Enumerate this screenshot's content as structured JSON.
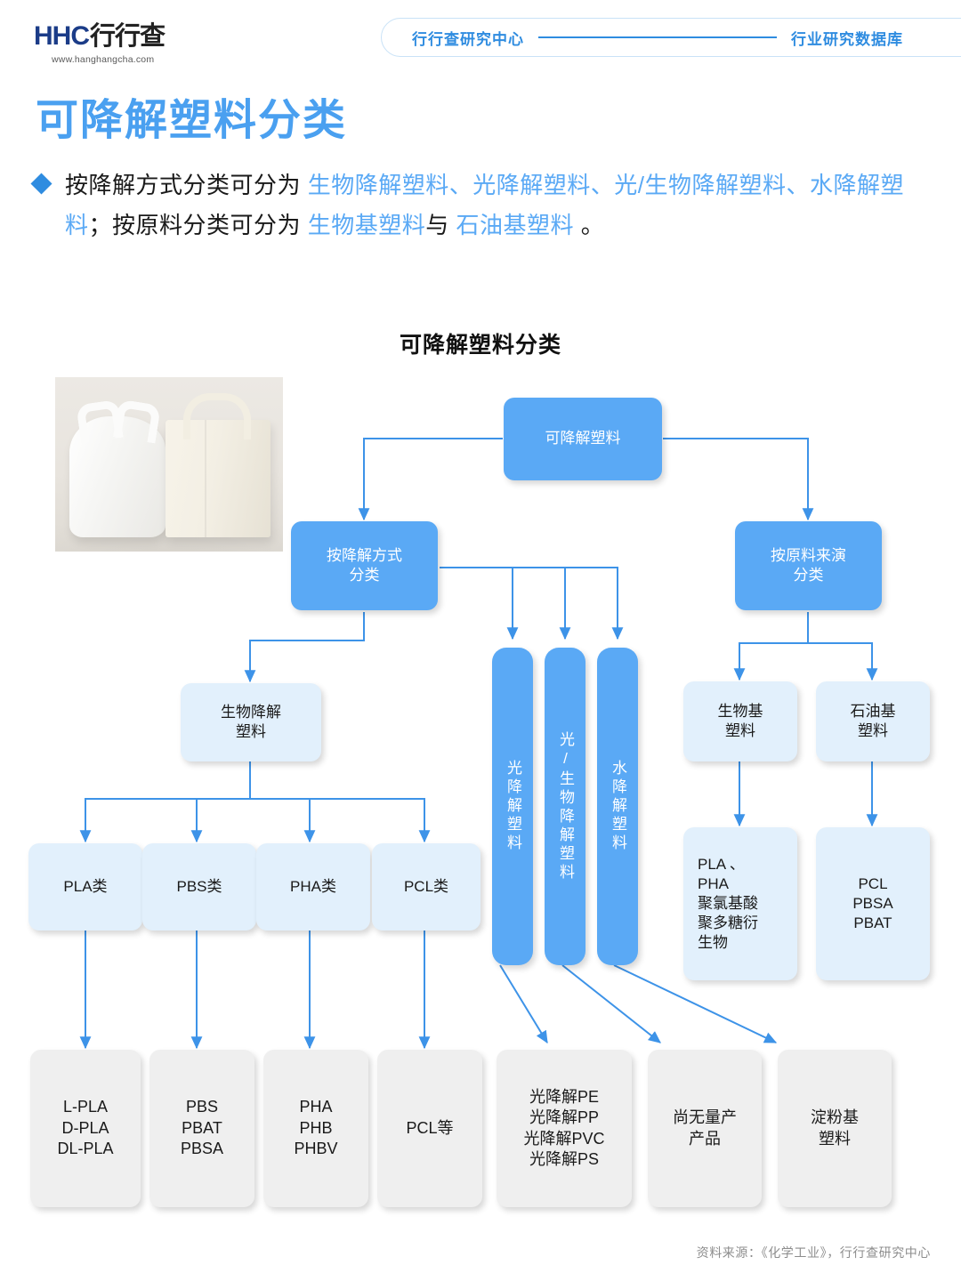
{
  "header": {
    "logo_mark": "HHC",
    "logo_name": "行行查",
    "logo_url": "www.hanghangcha.com",
    "pill_left": "行行查研究中心",
    "pill_right": "行业研究数据库"
  },
  "page_title": "可降解塑料分类",
  "bullet": {
    "marker": "diamond-bullet",
    "segments": [
      {
        "t": "按降解方式分类可分为 ",
        "hl": false
      },
      {
        "t": "生物降解塑料",
        "hl": true
      },
      {
        "t": "、",
        "hl": true
      },
      {
        "t": "光降解塑料",
        "hl": true
      },
      {
        "t": "、",
        "hl": true
      },
      {
        "t": "光/生物降解塑料",
        "hl": true
      },
      {
        "t": "、",
        "hl": true
      },
      {
        "t": "水降解塑料",
        "hl": true
      },
      {
        "t": "；按原料分类可分为 ",
        "hl": false
      },
      {
        "t": "生物基塑料",
        "hl": true
      },
      {
        "t": "与 ",
        "hl": false
      },
      {
        "t": "石油基塑料",
        "hl": true
      },
      {
        "t": " 。",
        "hl": false
      }
    ],
    "full_text": "按降解方式分类可分为 生物降解塑料、光降解塑料、光/生物降解塑料、水降解塑料；按原料分类可分为 生物基塑料与 石油基塑料 。"
  },
  "chart_title": "可降解塑料分类",
  "photo_caption": "plastic-bag-and-canvas-bag-photo",
  "colors": {
    "accent_blue": "#5aa9f5",
    "title_blue": "#4aa0f0",
    "pill_blue": "#2f8ce0",
    "light_blue_box": "#e2f0fc",
    "gray_box": "#efefef",
    "connector": "#3d93e8"
  },
  "chart_data": {
    "type": "diagram",
    "title": "可降解塑料分类",
    "root": "可降解塑料",
    "nodes": {
      "root": {
        "label": "可降解塑料",
        "style": "blue"
      },
      "byMethod": {
        "label": "按降解方式\n分类",
        "style": "blue"
      },
      "bySource": {
        "label": "按原料来演\n分类",
        "style": "blue"
      },
      "bio": {
        "label": "生物降解\n塑料",
        "style": "light"
      },
      "light": {
        "label": "光降解塑料",
        "style": "blue-vertical"
      },
      "lightbio": {
        "label": "光/生物降解塑料",
        "style": "blue-vertical"
      },
      "water": {
        "label": "水降解塑料",
        "style": "blue-vertical"
      },
      "biobase": {
        "label": "生物基\n塑料",
        "style": "light"
      },
      "oilbase": {
        "label": "石油基\n塑料",
        "style": "light"
      },
      "pla": {
        "label": "PLA类",
        "style": "light"
      },
      "pbs": {
        "label": "PBS类",
        "style": "light"
      },
      "pha": {
        "label": "PHA类",
        "style": "light"
      },
      "pcl": {
        "label": "PCL类",
        "style": "light"
      },
      "biobaseList": {
        "label": "PLA    、\nPHA\n聚氯基酸\n聚多糖衍\n生物",
        "style": "light"
      },
      "oilbaseList": {
        "label": "PCL\nPBSA\nPBAT",
        "style": "light"
      },
      "plaLeaf": {
        "label": "L-PLA\nD-PLA\nDL-PLA",
        "style": "gray"
      },
      "pbsLeaf": {
        "label": "PBS\nPBAT\nPBSA",
        "style": "gray"
      },
      "phaLeaf": {
        "label": "PHA\nPHB\nPHBV",
        "style": "gray"
      },
      "pclLeaf": {
        "label": "PCL等",
        "style": "gray"
      },
      "lightLeaf": {
        "label": "光降解PE\n光降解PP\n光降解PVC\n光降解PS",
        "style": "gray"
      },
      "lbLeaf": {
        "label": "尚无量产\n产品",
        "style": "gray"
      },
      "waterLeaf": {
        "label": "淀粉基\n塑料",
        "style": "gray"
      }
    },
    "edges": [
      [
        "root",
        "byMethod"
      ],
      [
        "root",
        "bySource"
      ],
      [
        "byMethod",
        "bio"
      ],
      [
        "byMethod",
        "light"
      ],
      [
        "byMethod",
        "lightbio"
      ],
      [
        "byMethod",
        "water"
      ],
      [
        "bySource",
        "biobase"
      ],
      [
        "bySource",
        "oilbase"
      ],
      [
        "bio",
        "pla"
      ],
      [
        "bio",
        "pbs"
      ],
      [
        "bio",
        "pha"
      ],
      [
        "bio",
        "pcl"
      ],
      [
        "biobase",
        "biobaseList"
      ],
      [
        "oilbase",
        "oilbaseList"
      ],
      [
        "pla",
        "plaLeaf"
      ],
      [
        "pbs",
        "pbsLeaf"
      ],
      [
        "pha",
        "phaLeaf"
      ],
      [
        "pcl",
        "pclLeaf"
      ],
      [
        "light",
        "lightLeaf"
      ],
      [
        "lightbio",
        "lbLeaf"
      ],
      [
        "water",
        "waterLeaf"
      ]
    ]
  },
  "source": "资料来源：《化学工业》，行行查研究中心"
}
